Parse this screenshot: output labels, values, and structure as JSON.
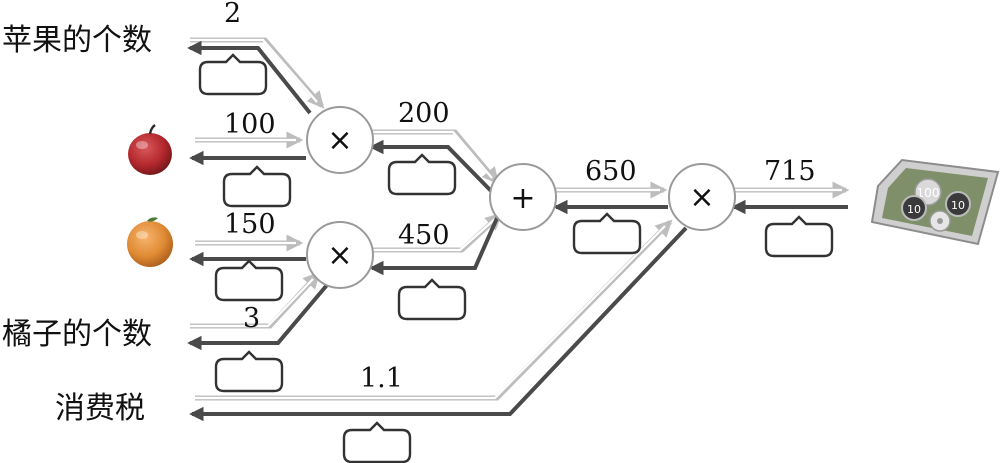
{
  "labels": {
    "apple_count": "苹果的个数",
    "orange_count": "橘子的个数",
    "tax": "消费税"
  },
  "edge_values": {
    "apple_count": "2",
    "apple_price": "100",
    "orange_price": "150",
    "orange_count": "3",
    "tax": "1.1",
    "apple_total": "200",
    "orange_total": "450",
    "sum": "650",
    "result": "715"
  },
  "operators": {
    "mul_apple": "×",
    "mul_orange": "×",
    "add": "+",
    "mul_tax": "×"
  },
  "coins": [
    "100",
    "10",
    "10"
  ],
  "colors": {
    "forward": "#bdbdbd",
    "backward": "#4a4a4a",
    "apple": "#b3282d",
    "orange": "#e08a34",
    "tray": "#7f8f6a"
  }
}
